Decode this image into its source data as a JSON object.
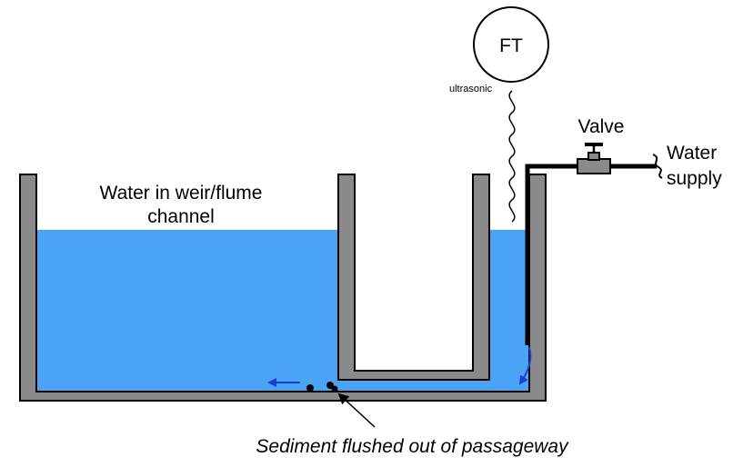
{
  "diagram": {
    "transmitter_tag": "FT",
    "transmitter_type": "ultrasonic",
    "valve_label": "Valve",
    "supply_line1": "Water",
    "supply_line2": "supply",
    "channel_line1": "Water in weir/flume",
    "channel_line2": "channel",
    "caption": "Sediment flushed out of passageway"
  },
  "colors": {
    "water": "#4aa3f5",
    "wall": "#8a8a8a",
    "outline": "#000000",
    "arrow": "#1a3fd6"
  }
}
